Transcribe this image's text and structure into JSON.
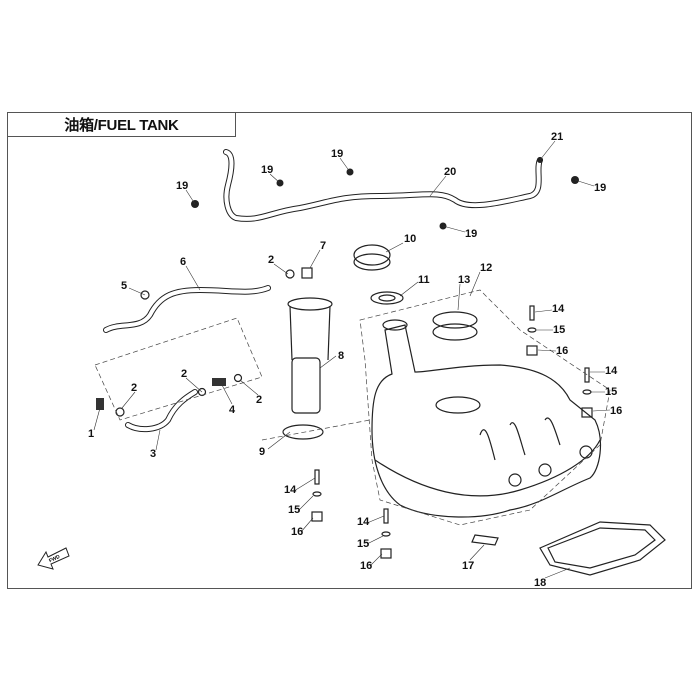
{
  "title": "油箱/FUEL TANK",
  "fwd_icon": "FWD",
  "callouts": [
    "19",
    "19",
    "19",
    "20",
    "21",
    "19",
    "19",
    "10",
    "11",
    "12",
    "13",
    "7",
    "2",
    "6",
    "5",
    "8",
    "9",
    "14",
    "15",
    "16",
    "14",
    "15",
    "16",
    "2",
    "2",
    "4",
    "2",
    "1",
    "3",
    "14",
    "15",
    "16",
    "14",
    "15",
    "16",
    "17",
    "18"
  ]
}
